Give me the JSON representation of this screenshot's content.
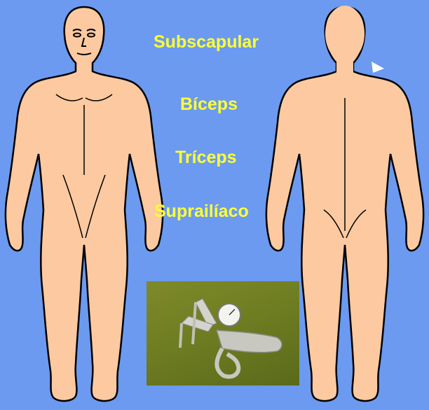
{
  "labels": {
    "subscapular": "Subscapular",
    "biceps": "Bíceps",
    "triceps": "Tríceps",
    "suprailiaco": "Suprailíaco"
  },
  "colors": {
    "background": "#6b9af0",
    "label_text": "#ffff33",
    "skin": "#fcc9a0",
    "outline": "#000000"
  },
  "figures": {
    "front": "human-body-front-view",
    "back": "human-body-back-view"
  },
  "photo": {
    "subject": "skinfold-caliper"
  }
}
